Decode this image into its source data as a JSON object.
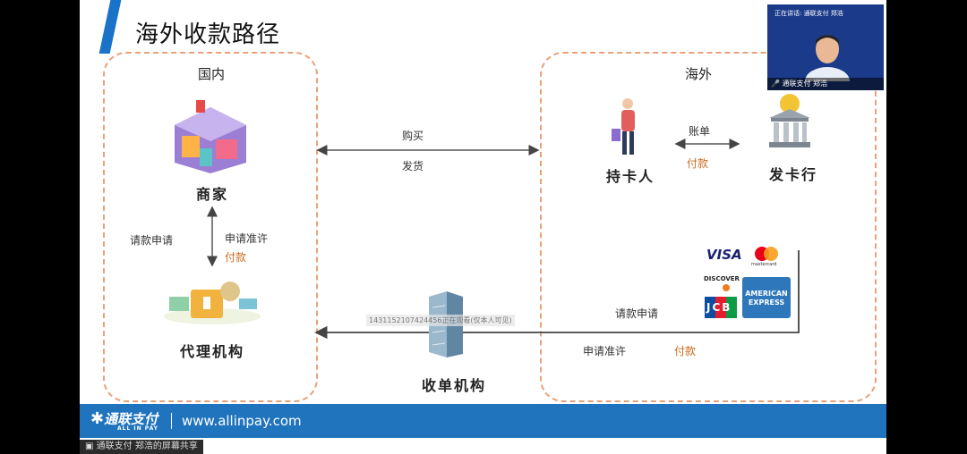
{
  "slide": {
    "title": "海外收款路径",
    "regions": {
      "domestic": "国内",
      "overseas": "海外"
    },
    "nodes": {
      "merchant": "商家",
      "agency": "代理机构",
      "acquirer": "收单机构",
      "cardholder": "持卡人",
      "issuer": "发卡行"
    },
    "edges": {
      "purchase": "购买",
      "shipping": "发货",
      "request_payment_left": "请款申请",
      "approve_left": "申请准许",
      "pay_left": "付款",
      "bill": "账单",
      "pay_cardholder": "付款",
      "request_payment_right": "请款申请",
      "approve_right": "申请准许",
      "pay_right": "付款"
    },
    "card_brands": [
      "VISA",
      "mastercard",
      "DISCOVER",
      "JCB",
      "AMERICAN EXPRESS"
    ],
    "watermark": "1431152107424456正在观看(仅本人可见)"
  },
  "footer": {
    "logo": "通联支付",
    "logo_sub": "ALL IN PAY",
    "url": "www.allinpay.com"
  },
  "share_bar": {
    "text": "通联支付 郑浩的屏幕共享"
  },
  "video": {
    "top_text": "正在讲话: 通联支付 郑浩",
    "bottom_text": "通联支付 郑浩"
  },
  "colors": {
    "accent": "#1a73c8",
    "footer": "#1f74bd",
    "dashed": "#e8a27a",
    "orange": "#c96b1e"
  }
}
